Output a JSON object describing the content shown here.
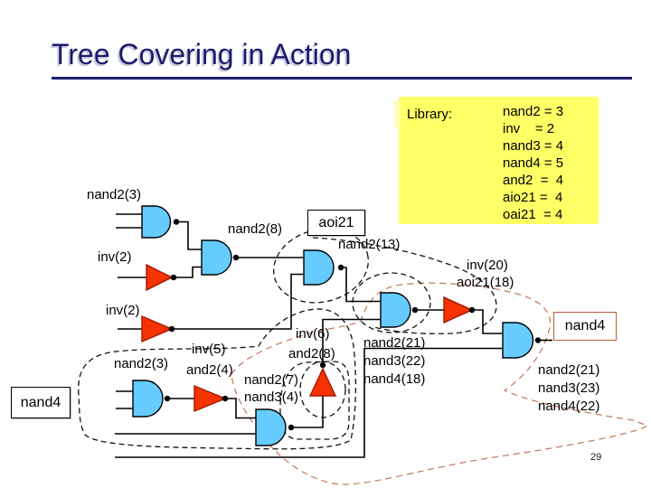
{
  "slide": {
    "title": "Tree Covering in Action",
    "page_number": "29"
  },
  "library": {
    "label": "Library:",
    "entries": [
      "nand2 = 3",
      "inv    = 2",
      "nand3 = 4",
      "nand4 = 5",
      "and2  =  4",
      "aio21 =  4",
      "oai21  = 4"
    ]
  },
  "boxes": {
    "aoi21": "aoi21",
    "nand4_left": "nand4",
    "nand4_right": "nand4"
  },
  "labels": [
    {
      "text": "nand2(3)"
    },
    {
      "text": "inv(2)"
    },
    {
      "text": "nand2(8)"
    },
    {
      "text": "nand2(13)"
    },
    {
      "text": "inv(20)"
    },
    {
      "text": "aoi21(18)"
    },
    {
      "text": "inv(2)"
    },
    {
      "text": "inv(6)"
    },
    {
      "text": "and2(8)"
    },
    {
      "text": "inv(5)"
    },
    {
      "text": "nand2(3)"
    },
    {
      "text": "and2(4)"
    },
    {
      "text": "nand2(7)"
    },
    {
      "text": "nand3(4)"
    },
    {
      "text": "nand2(21)"
    },
    {
      "text": "nand3(22)"
    },
    {
      "text": "nand4(18)"
    },
    {
      "text": "nand2(21)"
    },
    {
      "text": "nand3(23)"
    },
    {
      "text": "nand4(22)"
    }
  ],
  "colors": {
    "title": "#1b1b6b",
    "title_shadow": "#c9c9e0",
    "library_bg": "#ffff66",
    "gate_fill": "#66ccff",
    "inverter_fill": "#f43300",
    "match_dash_black": "#111111",
    "match_dash_brown": "#c4735a",
    "nand4_right_border": "#c0593b"
  }
}
